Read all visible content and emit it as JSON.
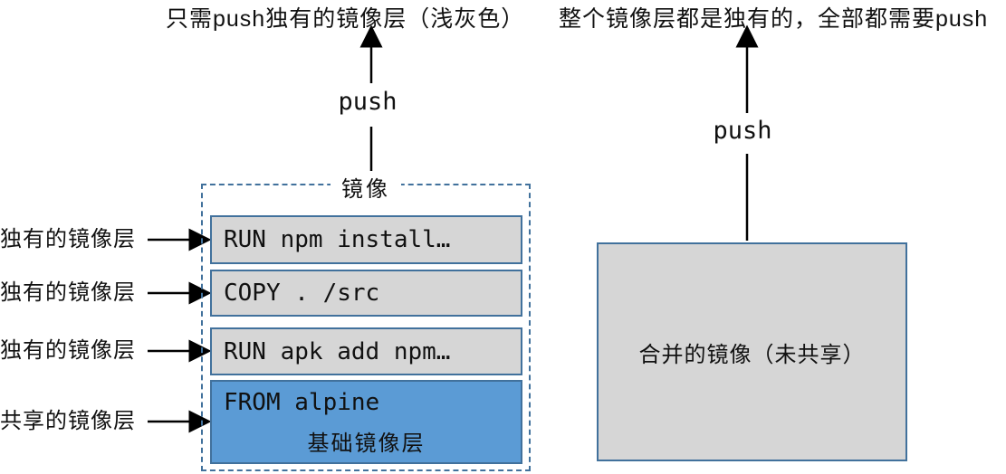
{
  "captions": {
    "left": "只需push独有的镜像层（浅灰色）",
    "right": "整个镜像层都是独有的，全部都需要push"
  },
  "push": {
    "left": "push",
    "right": "push"
  },
  "image_box": {
    "title": "镜像",
    "layers": [
      {
        "text": "RUN npm install…",
        "type": "unique"
      },
      {
        "text": "COPY . /src",
        "type": "unique"
      },
      {
        "text": "RUN apk add npm…",
        "type": "unique"
      },
      {
        "text": "FROM alpine",
        "sublabel": "基础镜像层",
        "type": "shared"
      }
    ]
  },
  "side_labels": [
    {
      "label": "独有的镜像层"
    },
    {
      "label": "独有的镜像层"
    },
    {
      "label": "独有的镜像层"
    },
    {
      "label": "共享的镜像层"
    }
  ],
  "merged_box": {
    "label": "合并的镜像（未共享）"
  },
  "colors": {
    "unique_layer": "#d6d6d6",
    "shared_layer": "#5b9bd5",
    "box_border": "#41719c",
    "arrow": "#000000",
    "background": "#ffffff"
  }
}
